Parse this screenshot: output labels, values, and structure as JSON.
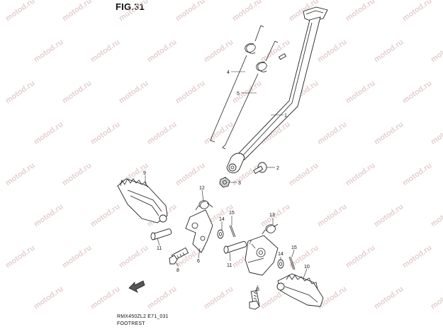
{
  "figure": {
    "title": "FIG.31",
    "model_code": "RMX450ZL2 E71_031",
    "caption": "FOOTREST"
  },
  "watermark": {
    "text": "motod.ru"
  },
  "callouts": [
    {
      "id": "c1",
      "label": "1"
    },
    {
      "id": "c2",
      "label": "2"
    },
    {
      "id": "c3",
      "label": "3"
    },
    {
      "id": "c4",
      "label": "4"
    },
    {
      "id": "c5",
      "label": "5"
    },
    {
      "id": "c6",
      "label": "6"
    },
    {
      "id": "c7",
      "label": "7"
    },
    {
      "id": "c8a",
      "label": "8"
    },
    {
      "id": "c8b",
      "label": "8"
    },
    {
      "id": "c9",
      "label": "9"
    },
    {
      "id": "c10",
      "label": "10"
    },
    {
      "id": "c11a",
      "label": "11"
    },
    {
      "id": "c11b",
      "label": "11"
    },
    {
      "id": "c12",
      "label": "12"
    },
    {
      "id": "c13",
      "label": "13"
    },
    {
      "id": "c14a",
      "label": "14"
    },
    {
      "id": "c14b",
      "label": "14"
    },
    {
      "id": "c15a",
      "label": "15"
    },
    {
      "id": "c15b",
      "label": "15"
    }
  ],
  "colors": {
    "ink": "#222222",
    "watermark": "#e5d0d0"
  },
  "icons": {
    "front_arrow": "front-arrow-icon"
  }
}
